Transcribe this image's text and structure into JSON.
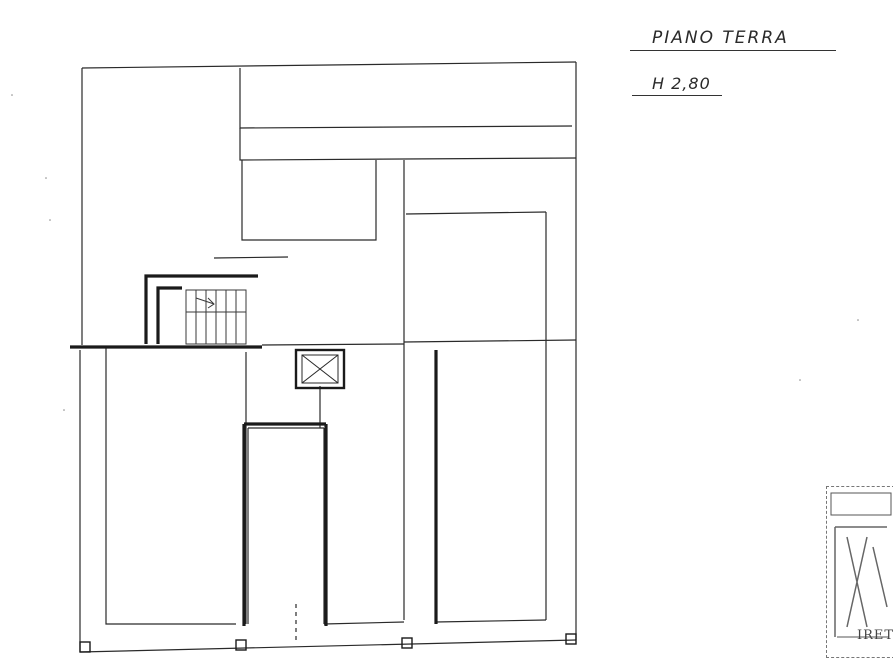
{
  "plan": {
    "title": "PIANO TERRA",
    "height_label": "H 2,80"
  },
  "stamp": {
    "visible_text": "IRET"
  },
  "colors": {
    "ink": "#2a2a2a",
    "paper": "#ffffff"
  }
}
